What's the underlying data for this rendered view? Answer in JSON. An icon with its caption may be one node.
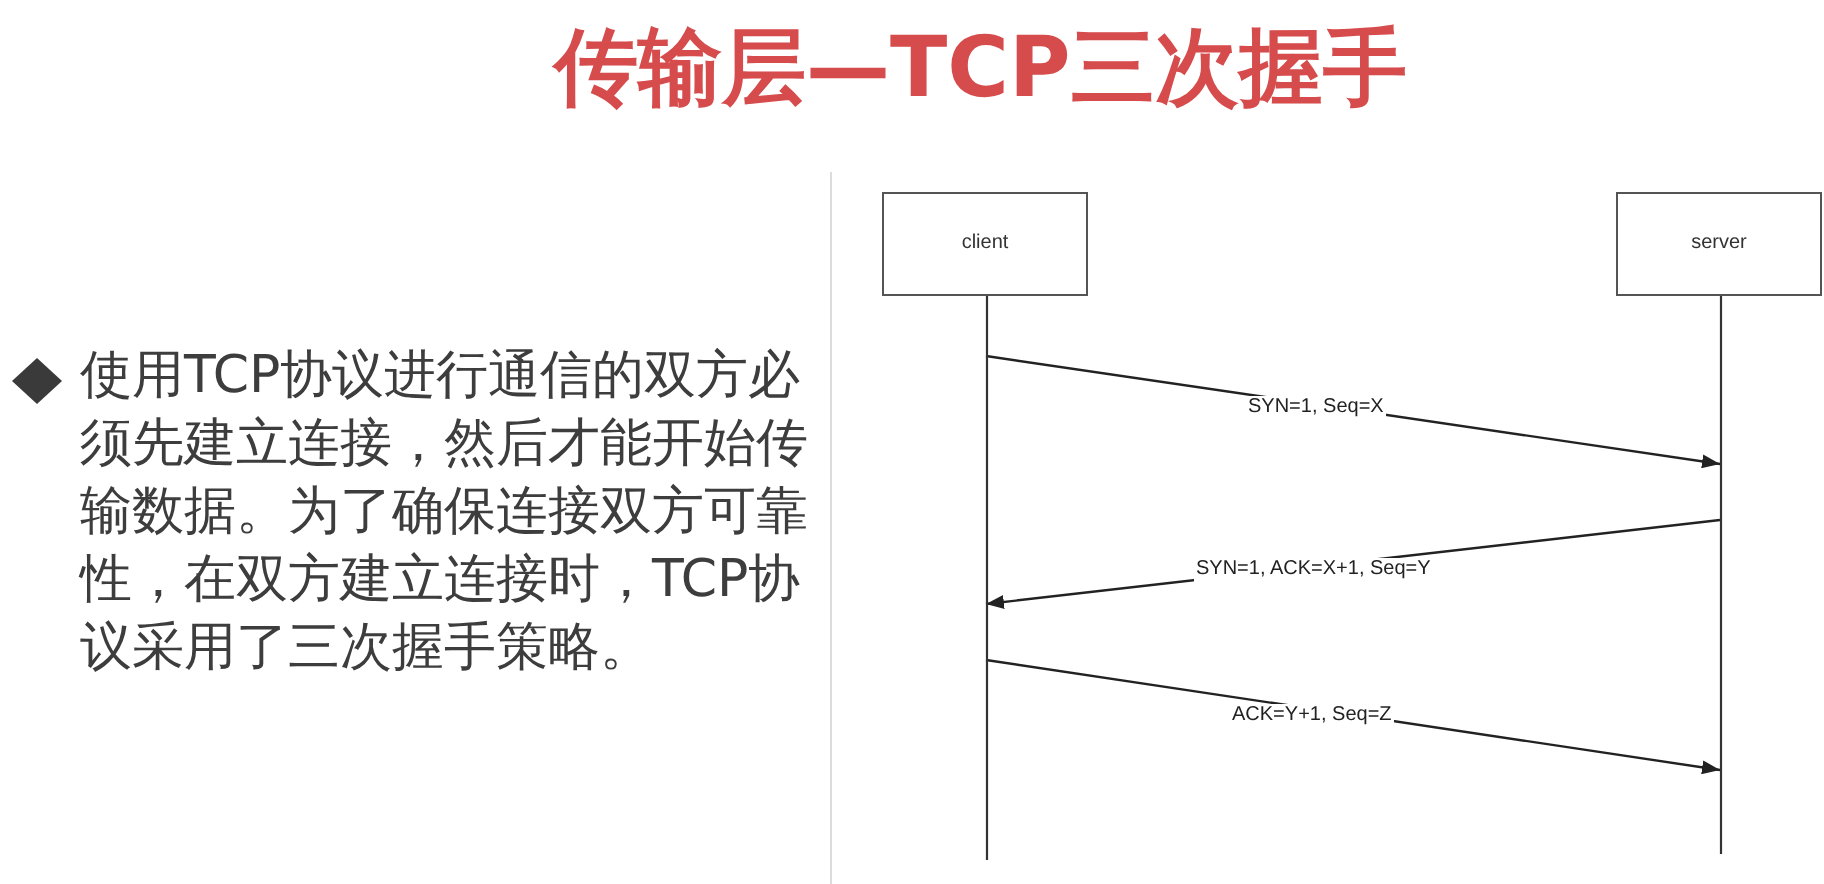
{
  "diagram": {
    "title": "传输层—TCP三次握手",
    "nodes": [
      {
        "text": [
          "client"
        ]
      },
      {
        "text": [
          "server"
        ]
      }
    ],
    "edges": [
      {
        "from": 0,
        "to": 1,
        "arrow": "to",
        "label": "SYN=1, Seq=X"
      },
      {
        "from": 1,
        "to": 0,
        "arrow": "to",
        "label": "SYN=1, ACK=X+1, Seq=Y"
      },
      {
        "from": 0,
        "to": 1,
        "arrow": "to",
        "label": "ACK=Y+1, Seq=Z"
      }
    ],
    "labels": [
      "使用TCP协议进行通信的双方必须先建立连接，然后才能开始传输数据。为了确保连接双方可靠性，在双方建立连接时，TCP协议采用了三次握手策略。"
    ]
  }
}
